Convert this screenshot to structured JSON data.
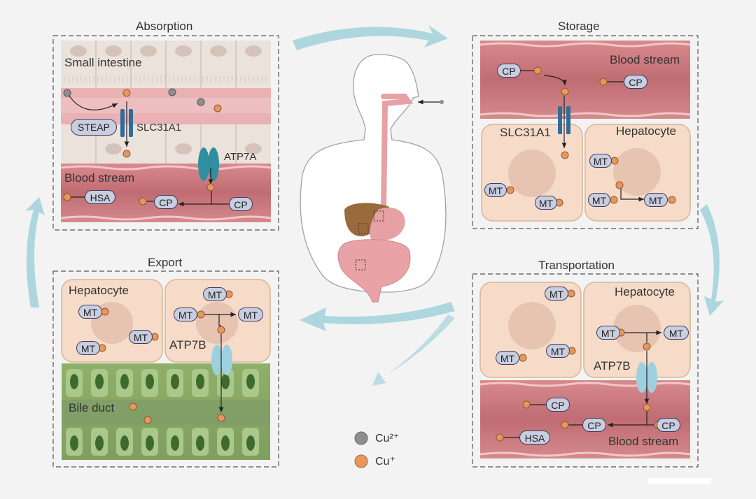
{
  "panels": {
    "absorption": {
      "title": "Absorption",
      "tissue": "Small intestine",
      "transporter": "SLC31A1",
      "reductase": "STEAP",
      "pump": "ATP7A",
      "vessel": "Blood stream",
      "carrier1": "HSA",
      "carrier2": "CP",
      "carrier3": "CP"
    },
    "storage": {
      "title": "Storage",
      "vessel": "Blood stream",
      "carrier1": "CP",
      "carrier2": "CP",
      "transporter": "SLC31A1",
      "cell": "Hepatocyte",
      "protein": "MT"
    },
    "export": {
      "title": "Export",
      "cell": "Hepatocyte",
      "protein": "MT",
      "pump": "ATP7B",
      "duct": "Bile duct"
    },
    "transportation": {
      "title": "Transportation",
      "cell": "Hepatocyte",
      "protein": "MT",
      "pump": "ATP7B",
      "vessel": "Blood stream",
      "carrier1": "CP",
      "carrier2": "CP",
      "carrier3": "CP",
      "carrier4": "HSA"
    }
  },
  "legend": [
    {
      "label": "Cu²⁺",
      "color": "#8e8e8e"
    },
    {
      "label": "Cu⁺",
      "color": "#e8965a"
    }
  ],
  "colors": {
    "cu2": "#8e8e8e",
    "cu1": "#e8965a",
    "arrow": "#a9d4de",
    "vessel": "#c9757a",
    "cell": "#f6dcc8",
    "bile": "#8fb67a",
    "transporter": "#2e6d99",
    "pump": "#2f8ea0",
    "pump_light": "#9ed1e0"
  }
}
